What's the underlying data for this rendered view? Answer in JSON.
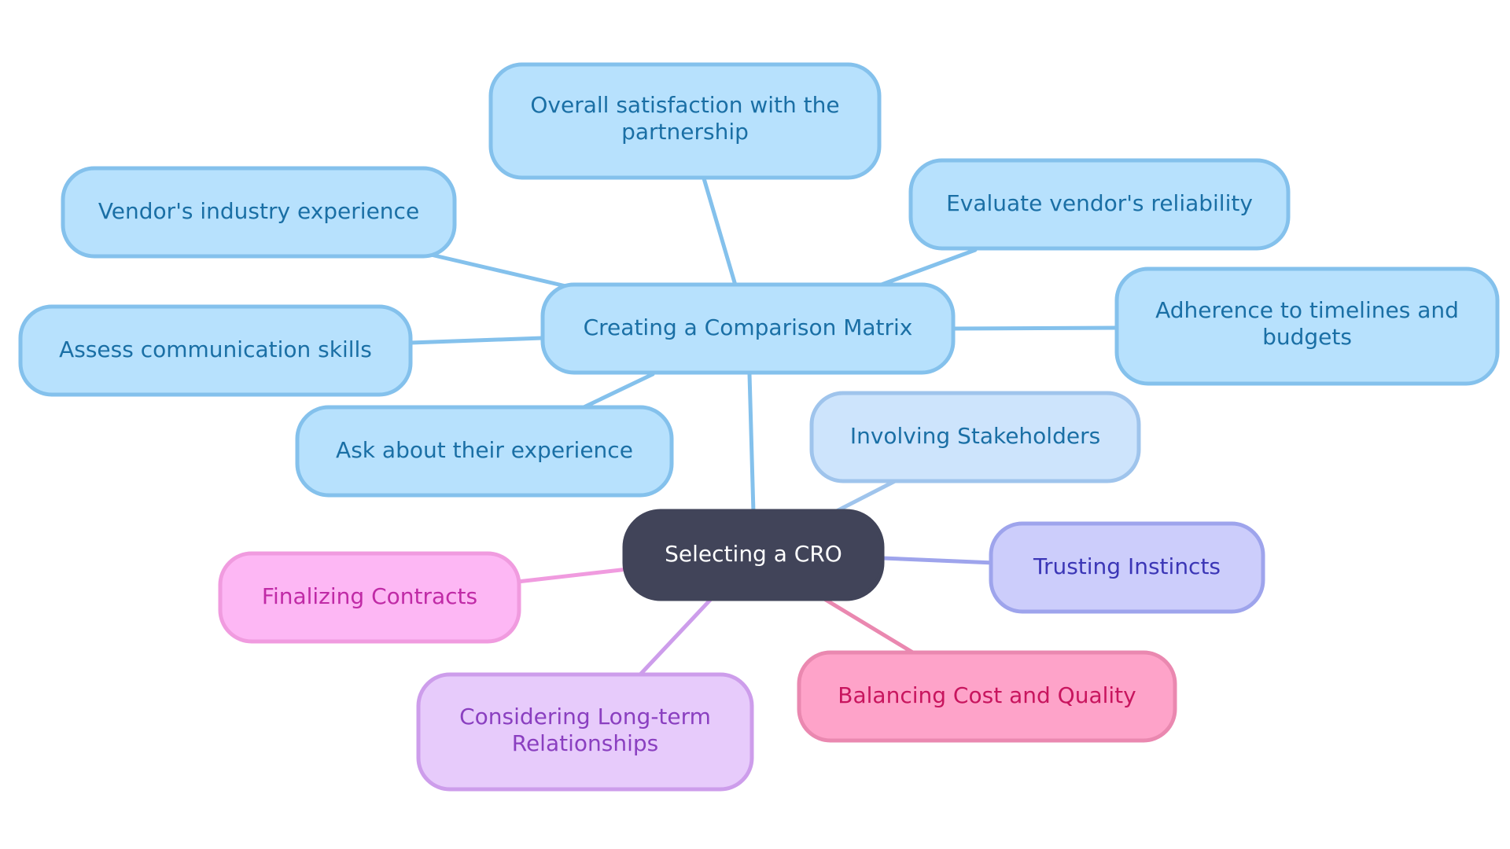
{
  "colors": {
    "blue_fill": "#b7e1fd",
    "blue_stroke": "#84c1ec",
    "blue_text": "#1a6fa5",
    "light_blue_fill": "#cde4fc",
    "light_blue_stroke": "#9fc4ec",
    "lavender_fill": "#cccdfb",
    "lavender_stroke": "#9ea4ec",
    "lavender_text": "#3b36b6",
    "pink_fill": "#fdb7f4",
    "pink_stroke": "#f09bdf",
    "pink_text": "#c02aa6",
    "rose_fill": "#fea3c9",
    "rose_stroke": "#ea88b0",
    "rose_text": "#c8155e",
    "purple_fill": "#e7cbfb",
    "purple_stroke": "#cd9deb",
    "purple_text": "#8a3fc0",
    "root_fill": "#414459",
    "root_text": "#ffffff"
  },
  "nodes": {
    "root": {
      "label": "Selecting a CRO"
    },
    "comparison": {
      "label": "Creating a Comparison Matrix"
    },
    "satisfaction": {
      "label1": "Overall satisfaction with the",
      "label2": "partnership"
    },
    "industry": {
      "label": "Vendor's industry experience"
    },
    "reliability": {
      "label": "Evaluate vendor's reliability"
    },
    "timelines": {
      "label1": "Adherence to timelines and",
      "label2": "budgets"
    },
    "communication": {
      "label": "Assess communication skills"
    },
    "experience": {
      "label": "Ask about their experience"
    },
    "stakeholders": {
      "label": "Involving Stakeholders"
    },
    "instincts": {
      "label": "Trusting Instincts"
    },
    "contracts": {
      "label": "Finalizing Contracts"
    },
    "cost_quality": {
      "label": "Balancing Cost and Quality"
    },
    "long_term": {
      "label1": "Considering Long-term",
      "label2": "Relationships"
    }
  }
}
